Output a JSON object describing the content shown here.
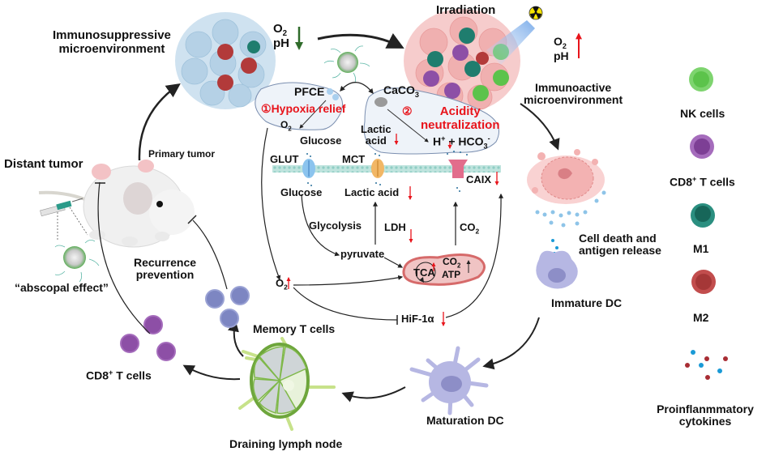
{
  "colors": {
    "red_accent": "#e8141b",
    "green_arrow": "#2f6b2a",
    "nk_cell": "#5cc34b",
    "cd8_t_cell": "#8d4fa6",
    "m1": "#1f7d6e",
    "m2": "#b23a3a",
    "memory_t_cell": "#7d86c2",
    "dc": "#aeb0dd",
    "membrane": "#a9d8d2",
    "mitochondria": "#e27b7b",
    "suppressive_tumor": "#bfd7ea",
    "active_tumor": "#f3b8b8",
    "lymph_node": "#7fb84a",
    "cytokine_blue": "#1a9ad6",
    "cytokine_red": "#a82d34"
  },
  "top": {
    "immunosuppressive": [
      "Immunosuppressive",
      "microenvironment"
    ],
    "o2_low": "O",
    "o2_sub": "2",
    "ph_low": "pH",
    "irradiation": "Irradiation",
    "o2_high": "O",
    "o2_high_sub": "2",
    "ph_high": "pH",
    "immunoactive": [
      "Immunoactive",
      "microenvironment"
    ]
  },
  "cells_left": {
    "pfce": "PFCE",
    "hypoxia_num": "①",
    "hypoxia": "Hypoxia  relief",
    "o2": "O",
    "o2_sub": "2"
  },
  "cells_right": {
    "caco3": "CaCO",
    "caco3_sub": "3",
    "acidity_num": "②",
    "acidity": [
      "Acidity",
      "neutralization"
    ],
    "lactic": [
      "Lactic",
      "acid"
    ],
    "h_plus": "H",
    "h_sup": "+",
    "plus_hco3": "+ HCO",
    "hco3_sub": "3",
    "hco3_sup": "-"
  },
  "metabolism": {
    "glucose_top": "Glucose",
    "glut": "GLUT",
    "mct": "MCT",
    "caix": "CAIX",
    "glucose_bottom": "Glucose",
    "lactic_acid": "Lactic acid",
    "glycolysis": "Glycolysis",
    "ldh": "LDH",
    "co2": "CO",
    "co2_sub": "2",
    "pyruvate": "pyruvate",
    "tca": "TCA",
    "mito_co2": "CO",
    "mito_co2_sub": "2",
    "atp": "ATP",
    "o2": "O",
    "o2_sub": "2",
    "hif": "HiF-1α"
  },
  "left": {
    "distant_tumor": "Distant tumor",
    "primary_tumor": "Primary tumor",
    "abscopal": "“abscopal effect”",
    "recurrence": [
      "Recurrence",
      "prevention"
    ],
    "cd8": "CD8",
    "cd8_sup": "+",
    "cd8_rest": " T cells",
    "memory": "Memory T cells",
    "lymph": "Draining lymph node"
  },
  "right_flow": {
    "cell_death": [
      "Cell death and",
      "antigen release"
    ],
    "immature_dc": "Immature DC",
    "maturation_dc": "Maturation DC"
  },
  "legend": {
    "items": [
      {
        "label": "NK cells",
        "sup": "",
        "rest": ""
      },
      {
        "label": "CD8",
        "sup": "+",
        "rest": " T cells"
      },
      {
        "label": "M1",
        "sup": "",
        "rest": ""
      },
      {
        "label": "M2",
        "sup": "",
        "rest": ""
      },
      {
        "label": "Proinflanmmatory",
        "sup": "",
        "rest": "",
        "line2": "cytokines"
      }
    ]
  }
}
